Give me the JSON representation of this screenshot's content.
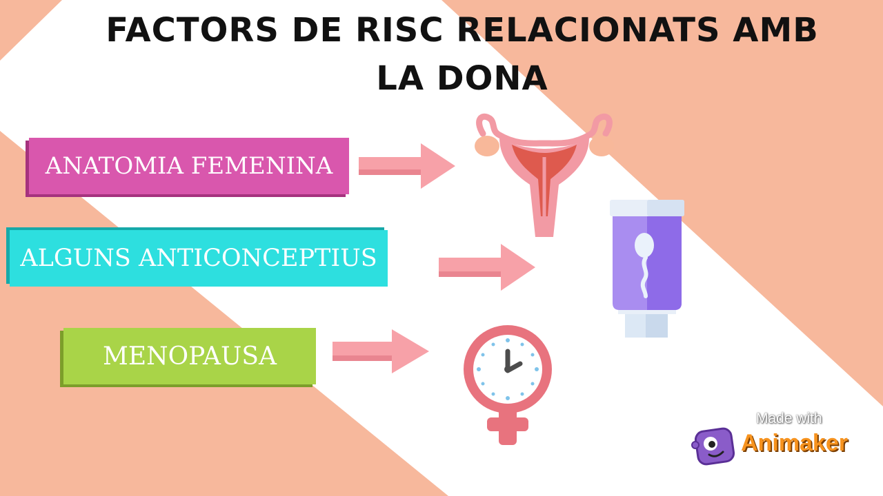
{
  "title": {
    "line1": "FACTORS DE RISC RELACIONATS AMB",
    "line2": "LA DONA"
  },
  "factors": [
    {
      "label": "ANATOMIA FEMENINA",
      "icon": "uterus-icon",
      "color": "#d957ad"
    },
    {
      "label": "ALGUNS ANTICONCEPTIUS",
      "icon": "contraceptive-tube-icon",
      "color": "#2ddfdf"
    },
    {
      "label": "MENOPAUSA",
      "icon": "clock-female-symbol-icon",
      "color": "#a9d448"
    }
  ],
  "watermark": {
    "made_with": "Made with",
    "brand": "Animaker",
    "icon": "animaker-mascot-icon"
  },
  "colors": {
    "background_peach": "#f7b89c",
    "background_white": "#ffffff",
    "arrow_pink": "#f7a1a8"
  }
}
